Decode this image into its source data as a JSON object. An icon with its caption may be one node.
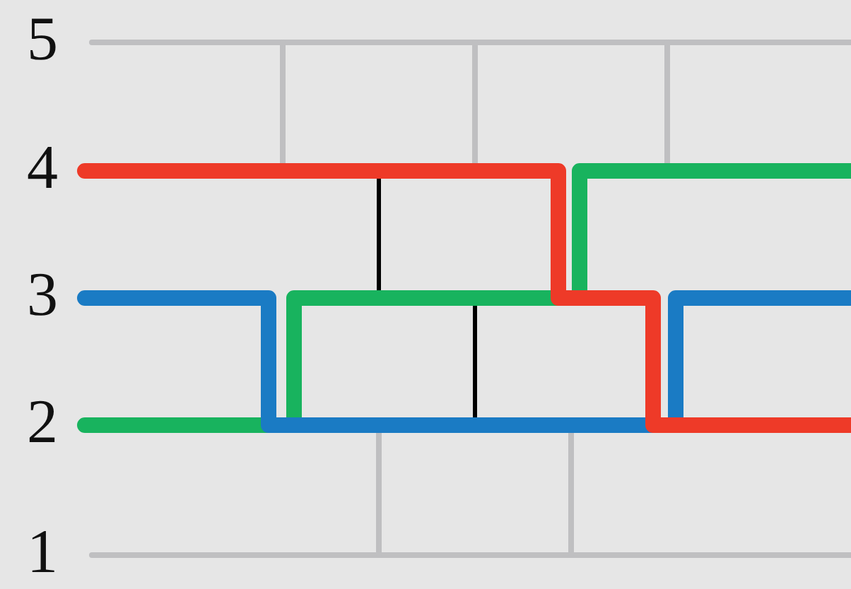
{
  "diagram": {
    "labels": [
      "5",
      "4",
      "3",
      "2",
      "1"
    ]
  }
}
